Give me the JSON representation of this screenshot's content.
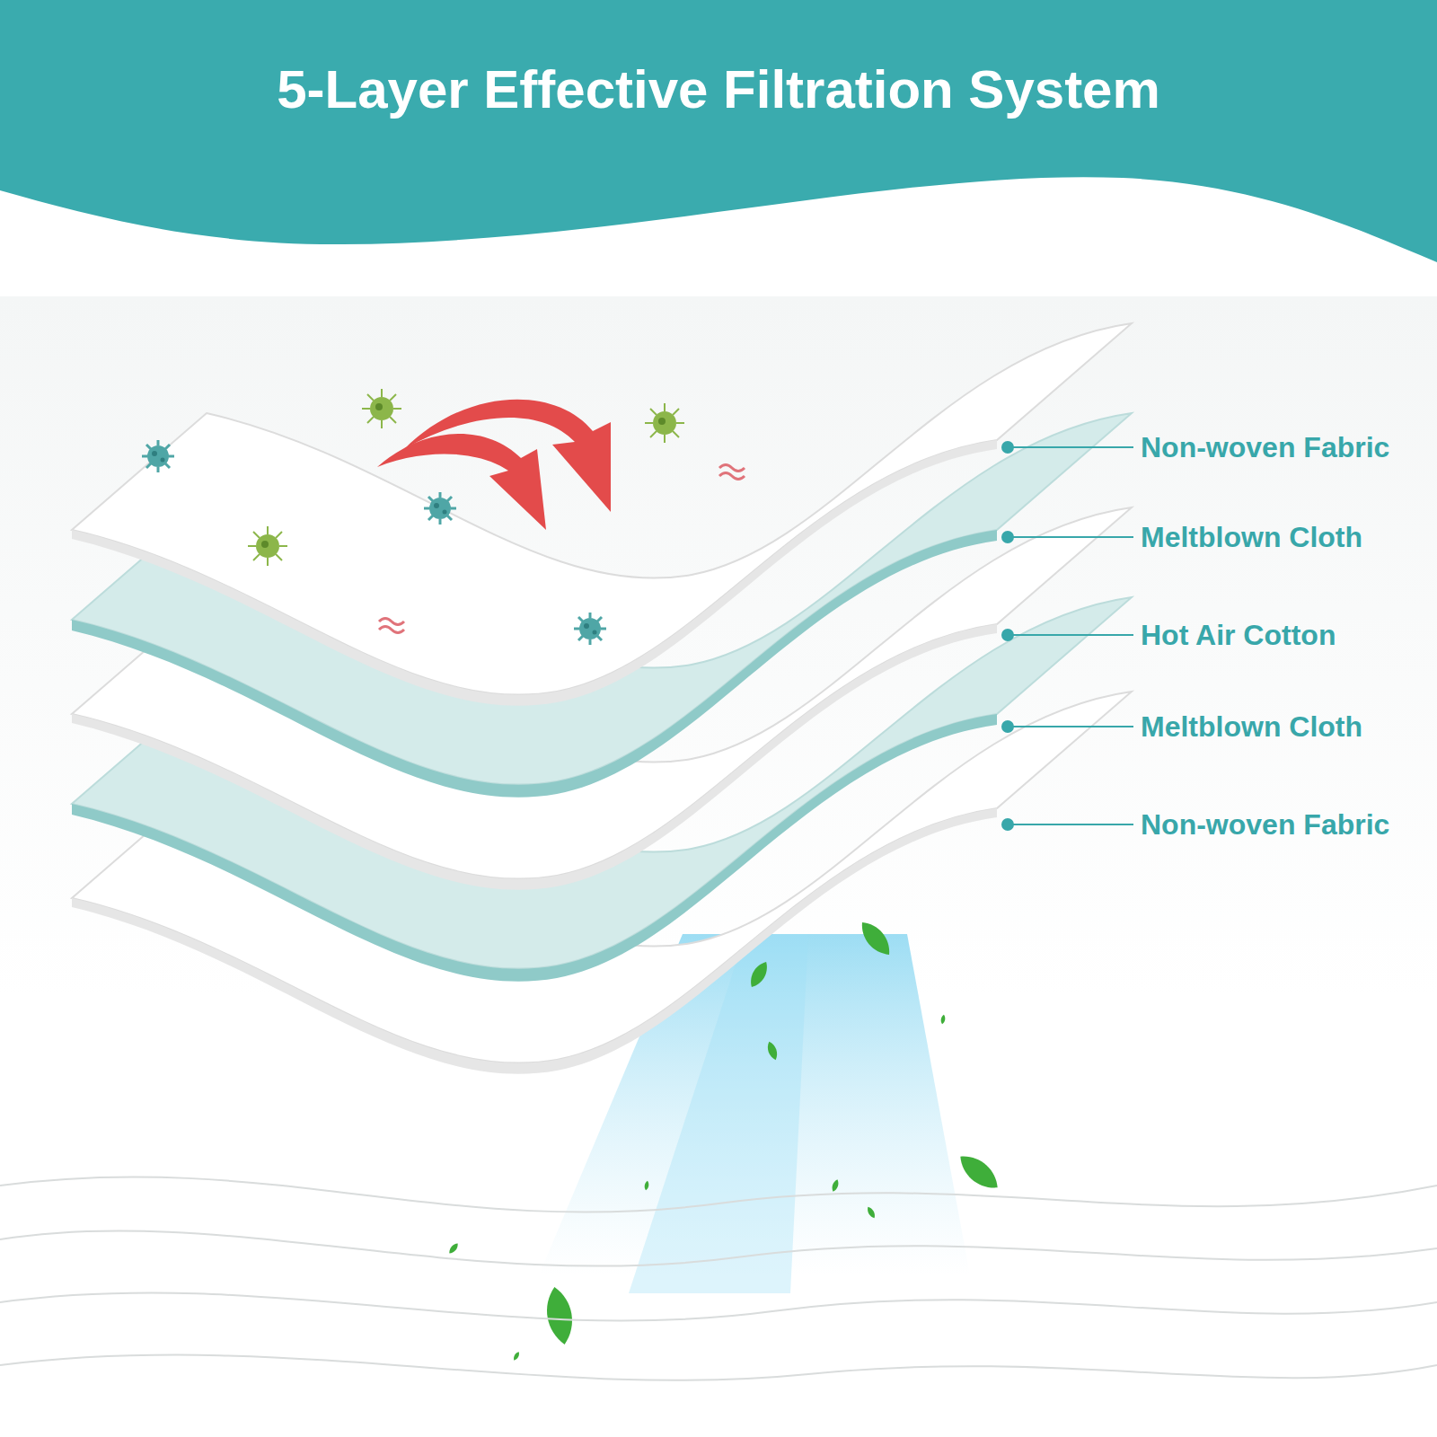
{
  "diagram": {
    "title": "5-Layer Effective Filtration System",
    "labels": [
      "Non-woven Fabric",
      "Meltblown Cloth",
      "Hot Air Cotton",
      "Meltblown Cloth",
      "Non-woven Fabric"
    ]
  }
}
